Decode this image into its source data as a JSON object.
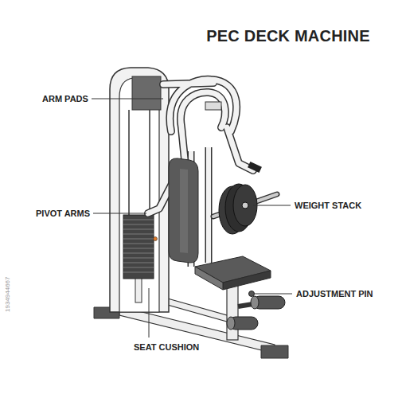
{
  "diagram": {
    "title": "PEC DECK MACHINE",
    "labels": [
      "ARM PADS",
      "PIVOT ARMS",
      "WEIGHT STACK",
      "ADJUSTMENT PIN",
      "SEAT CUSHION",
      "1934944667"
    ]
  }
}
